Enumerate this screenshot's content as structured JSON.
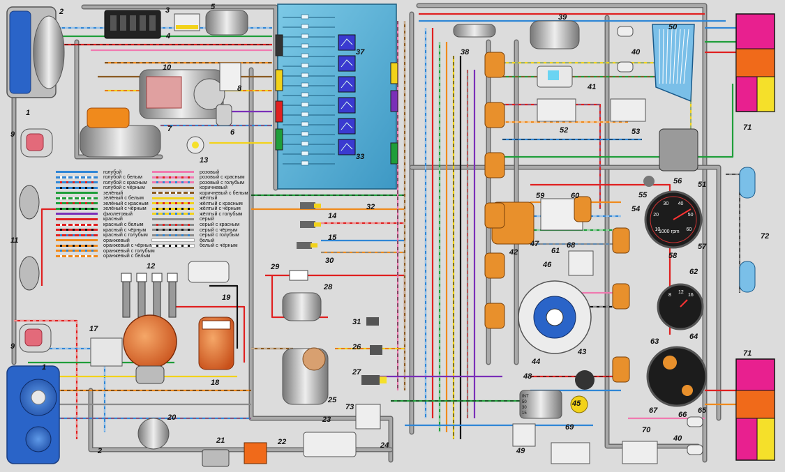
{
  "legend": [
    {
      "text": "голубой",
      "c1": "#2f86d6",
      "c2": ""
    },
    {
      "text": "голубой с белым",
      "c1": "#2f86d6",
      "c2": "#ffffff"
    },
    {
      "text": "голубой с красным",
      "c1": "#2f86d6",
      "c2": "#e02020"
    },
    {
      "text": "голубой с чёрным",
      "c1": "#2f86d6",
      "c2": "#111111"
    },
    {
      "text": "зелёный",
      "c1": "#1f9e3a",
      "c2": ""
    },
    {
      "text": "зелёный с белым",
      "c1": "#1f9e3a",
      "c2": "#ffffff"
    },
    {
      "text": "зелёный с красным",
      "c1": "#1f9e3a",
      "c2": "#e02020"
    },
    {
      "text": "зелёный с чёрным",
      "c1": "#1f9e3a",
      "c2": "#111111"
    },
    {
      "text": "фиолетовый",
      "c1": "#7a2fb8",
      "c2": ""
    },
    {
      "text": "красный",
      "c1": "#e02020",
      "c2": ""
    },
    {
      "text": "красный с белым",
      "c1": "#e02020",
      "c2": "#ffffff"
    },
    {
      "text": "красный с чёрным",
      "c1": "#e02020",
      "c2": "#111111"
    },
    {
      "text": "красный с голубым",
      "c1": "#e02020",
      "c2": "#2f86d6"
    },
    {
      "text": "оранжевый",
      "c1": "#f08a1c",
      "c2": ""
    },
    {
      "text": "оранжевый с чёрным",
      "c1": "#f08a1c",
      "c2": "#111111"
    },
    {
      "text": "оранжевый с голубым",
      "c1": "#f08a1c",
      "c2": "#2f86d6"
    },
    {
      "text": "оранжевый с белым",
      "c1": "#f08a1c",
      "c2": "#ffffff"
    },
    {
      "text": "розовый",
      "c1": "#f07ab0",
      "c2": ""
    },
    {
      "text": "розовый с красным",
      "c1": "#f07ab0",
      "c2": "#e02020"
    },
    {
      "text": "розовый с голубым",
      "c1": "#f07ab0",
      "c2": "#2f86d6"
    },
    {
      "text": "коричневый",
      "c1": "#8a5a22",
      "c2": ""
    },
    {
      "text": "коричневый с белым",
      "c1": "#8a5a22",
      "c2": "#ffffff"
    },
    {
      "text": "жёлтый",
      "c1": "#f2d21a",
      "c2": ""
    },
    {
      "text": "жёлтый с красным",
      "c1": "#f2d21a",
      "c2": "#e02020"
    },
    {
      "text": "жёлтый с чёрным",
      "c1": "#f2d21a",
      "c2": "#111111"
    },
    {
      "text": "жёлтый с голубым",
      "c1": "#f2d21a",
      "c2": "#2f86d6"
    },
    {
      "text": "серый",
      "c1": "#8c8c8c",
      "c2": ""
    },
    {
      "text": "серый с красным",
      "c1": "#8c8c8c",
      "c2": "#e02020"
    },
    {
      "text": "серый с чёрным",
      "c1": "#8c8c8c",
      "c2": "#111111"
    },
    {
      "text": "серый с голубым",
      "c1": "#8c8c8c",
      "c2": "#2f86d6"
    },
    {
      "text": "белый",
      "c1": "#ffffff",
      "c2": ""
    },
    {
      "text": "белый с чёрным",
      "c1": "#ffffff",
      "c2": "#111111"
    }
  ],
  "labels": [
    "1",
    "2",
    "3",
    "4",
    "5",
    "6",
    "7",
    "8",
    "9",
    "10",
    "11",
    "12",
    "13",
    "14",
    "15",
    "17",
    "18",
    "19",
    "20",
    "21",
    "22",
    "23",
    "24",
    "25",
    "26",
    "27",
    "28",
    "29",
    "30",
    "31",
    "32",
    "33",
    "37",
    "38",
    "39",
    "40",
    "41",
    "42",
    "43",
    "44",
    "45",
    "46",
    "47",
    "48",
    "49",
    "50",
    "51",
    "52",
    "53",
    "54",
    "55",
    "56",
    "57",
    "58",
    "59",
    "60",
    "61",
    "62",
    "63",
    "64",
    "65",
    "66",
    "67",
    "68",
    "69",
    "70",
    "71",
    "72",
    "73"
  ],
  "gauges": {
    "tach_inner": "1000 rpm",
    "tach_marks": [
      "10",
      "20",
      "30",
      "40",
      "50",
      "60"
    ],
    "fuel_marks": [
      "8",
      "12",
      "16"
    ],
    "ign_marks": [
      "INT",
      "50",
      "30",
      "15"
    ]
  },
  "colors": {
    "fuse_block": "#5ab4d6",
    "lamp_magenta": "#e8208f",
    "lamp_yellow": "#f5e02a",
    "lamp_orange": "#f06a1a",
    "headlight_blue": "#2a64c8",
    "connector_orange": "#e8902c"
  }
}
